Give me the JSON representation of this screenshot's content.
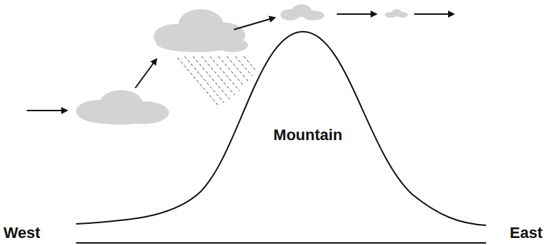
{
  "diagram": {
    "labels": [
      "Mountain",
      "West",
      "East"
    ]
  }
}
